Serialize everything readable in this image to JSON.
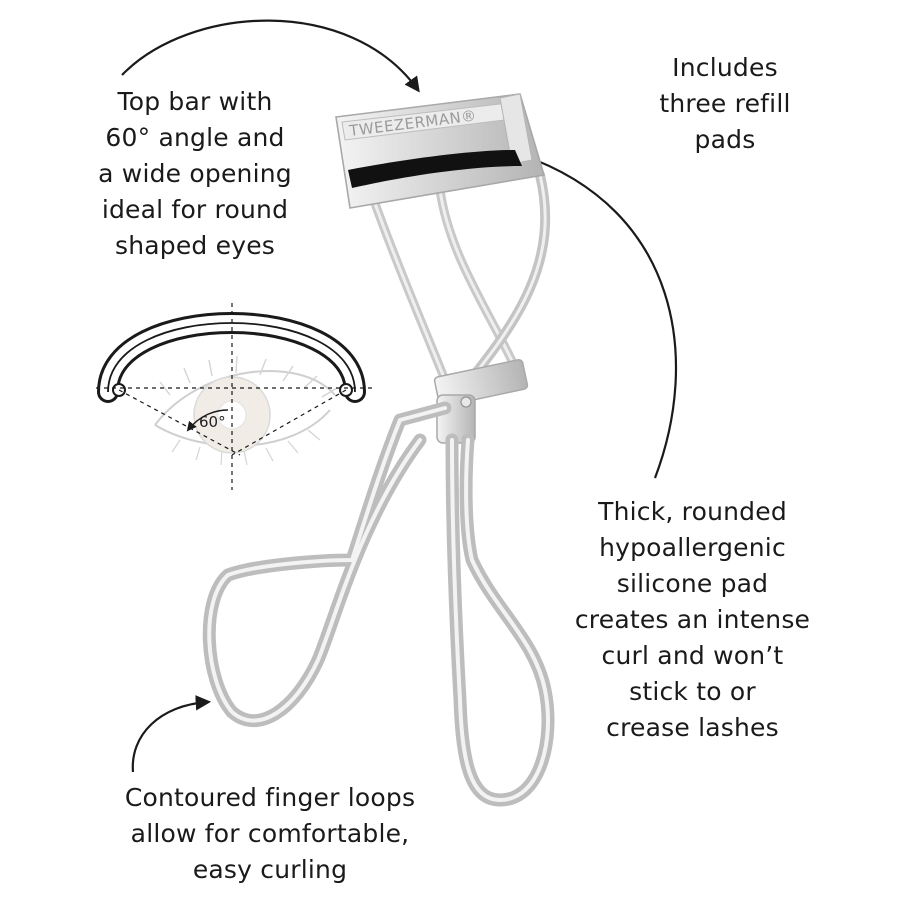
{
  "callouts": {
    "top_bar": "Top bar with\n60° angle and\na wide opening\nideal for round\nshaped eyes",
    "refill": "Includes\nthree refill\npads",
    "pad": "Thick, rounded\nhypoallergenic\nsilicone pad\ncreates an intense\ncurl and won’t\nstick to or\ncrease lashes",
    "loops": "Contoured finger loops\nallow for comfortable,\neasy curling"
  },
  "diagram": {
    "angle_label": "60°"
  },
  "product": {
    "brand_text": "TWEEZERMAN®",
    "icons": [
      "eyelash-curler-illustration",
      "eye-diagram-icon",
      "arrow-icon"
    ],
    "colors": {
      "metal": "#d6d6d6",
      "metal_dark": "#a8a8a8",
      "pad": "#111111",
      "text": "#1a1a1a"
    }
  }
}
